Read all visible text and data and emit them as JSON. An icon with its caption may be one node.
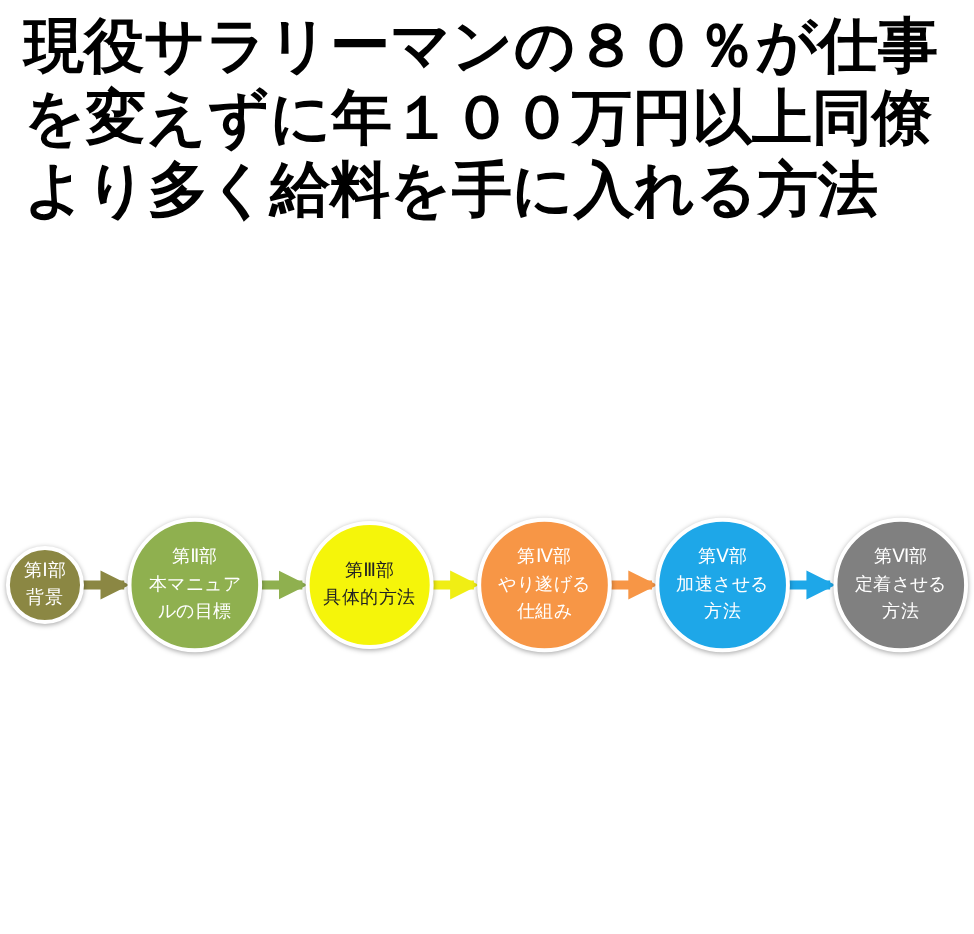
{
  "diagram": {
    "title": "現役サラリーマンの８０％が仕事を変えずに年１００万円以上同僚より多く給料を手に入れる方法",
    "nodes": [
      {
        "text": [
          "第Ⅰ部",
          "背景"
        ]
      },
      {
        "text": [
          "第Ⅱ部",
          "本マニュアルの目標"
        ]
      },
      {
        "text": [
          "第Ⅲ部",
          "具体的方法"
        ]
      },
      {
        "text": [
          "第Ⅳ部",
          "やり遂げる仕組み"
        ]
      },
      {
        "text": [
          "第Ⅴ部",
          "加速させる方法"
        ]
      },
      {
        "text": [
          "第Ⅵ部",
          "定着させる方法"
        ]
      }
    ],
    "edges": [
      {
        "from": 0,
        "to": 1,
        "arrow": "to",
        "color": "#8b8743"
      },
      {
        "from": 1,
        "to": 2,
        "arrow": "to",
        "color": "#8fb04f"
      },
      {
        "from": 2,
        "to": 3,
        "arrow": "to",
        "color": "#f0ee14"
      },
      {
        "from": 3,
        "to": 4,
        "arrow": "to",
        "color": "#f79646"
      },
      {
        "from": 4,
        "to": 5,
        "arrow": "to",
        "color": "#1ea7e8"
      }
    ]
  }
}
